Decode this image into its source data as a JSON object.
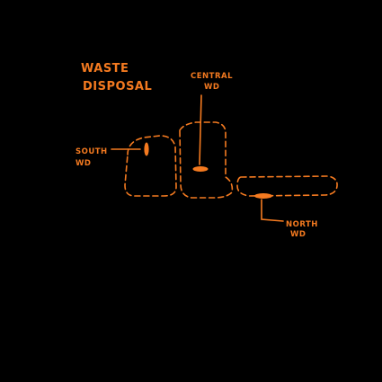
{
  "title": {
    "line1": "WASTE",
    "line2": "DISPOSAL"
  },
  "labels": {
    "south_line1": "SOUTH",
    "south_line2": "WD",
    "central_line1": "CENTRAL",
    "central_line2": "WD",
    "north_line1": "NORTH",
    "north_line2": "WD"
  },
  "colors": {
    "ink": "#f47a20",
    "background": "#000000"
  }
}
